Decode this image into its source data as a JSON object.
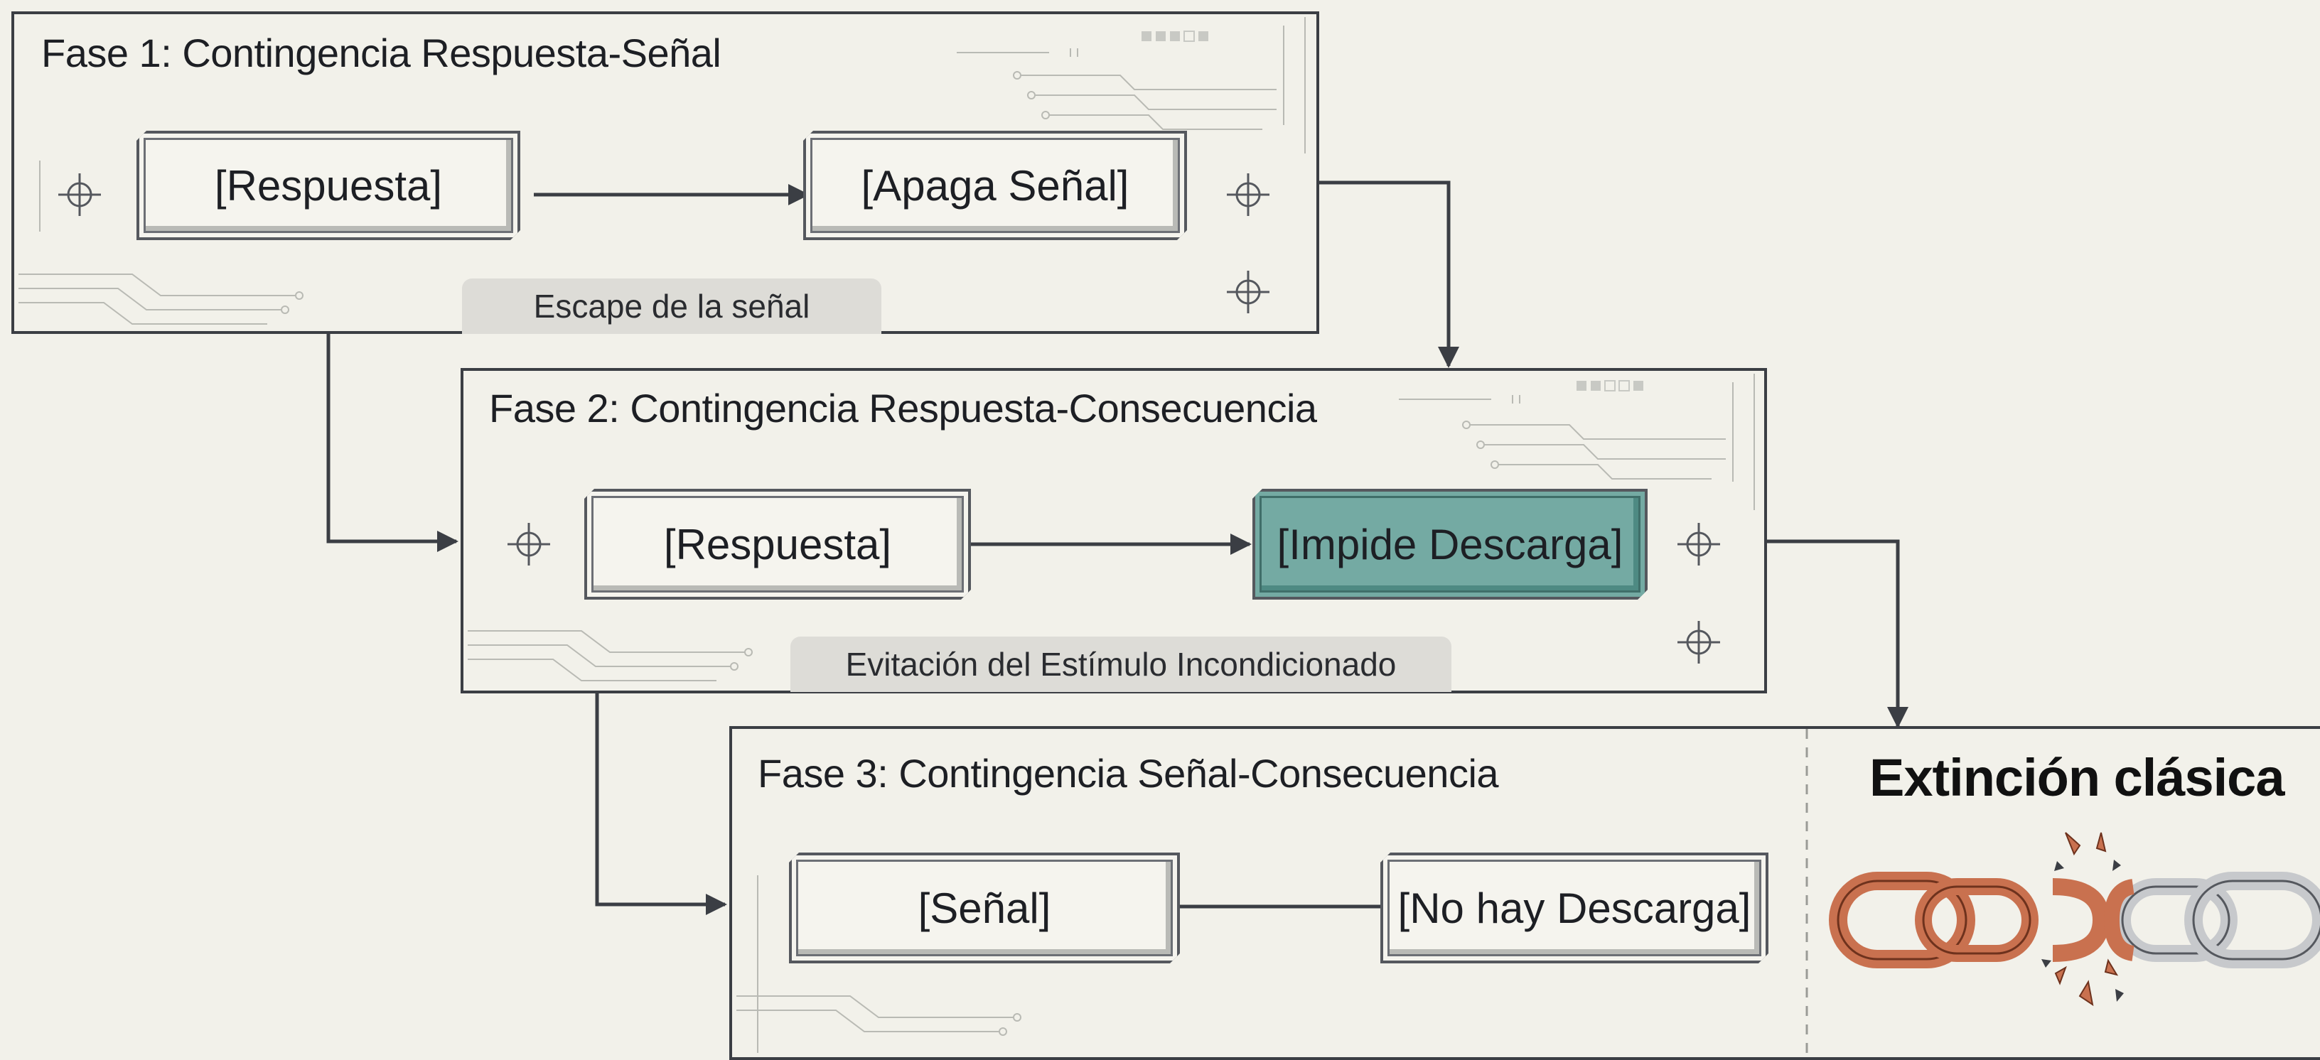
{
  "phases": [
    {
      "title": "Fase 1: Contingencia Respuesta-Señal",
      "left_box": "[Respuesta]",
      "right_box": "[Apaga Señal]",
      "caption": "Escape de la señal"
    },
    {
      "title": "Fase 2: Contingencia Respuesta-Consecuencia",
      "left_box": "[Respuesta]",
      "right_box": "[Impide Descarga]",
      "caption": "Evitación del Estímulo Incondicionado"
    },
    {
      "title": "Fase 3: Contingencia Señal-Consecuencia",
      "left_box": "[Señal]",
      "right_box": "[No hay Descarga]"
    }
  ],
  "result": {
    "heading": "Extinción clásica",
    "icon": "broken-chain-icon"
  },
  "colors": {
    "background": "#f2f1ea",
    "highlight_box": "#74aaa3",
    "chain_copper": "#c9714f",
    "chain_silver": "#c7c9cc"
  }
}
